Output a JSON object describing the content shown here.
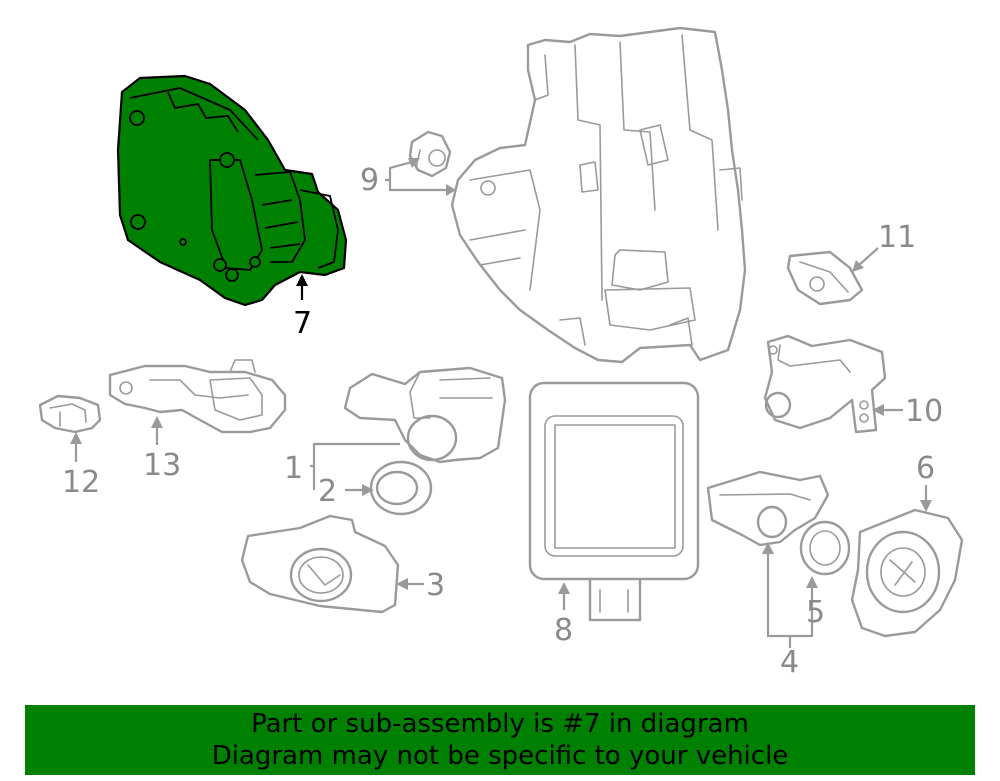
{
  "diagram": {
    "highlighted_part": "7",
    "callouts": [
      "1",
      "2",
      "3",
      "4",
      "5",
      "6",
      "7",
      "8",
      "9",
      "10",
      "11",
      "12",
      "13"
    ]
  },
  "banner": {
    "line1": "Part or sub-assembly is #7 in diagram",
    "line2": "Diagram may not be specific to your vehicle",
    "color": "#008000"
  }
}
